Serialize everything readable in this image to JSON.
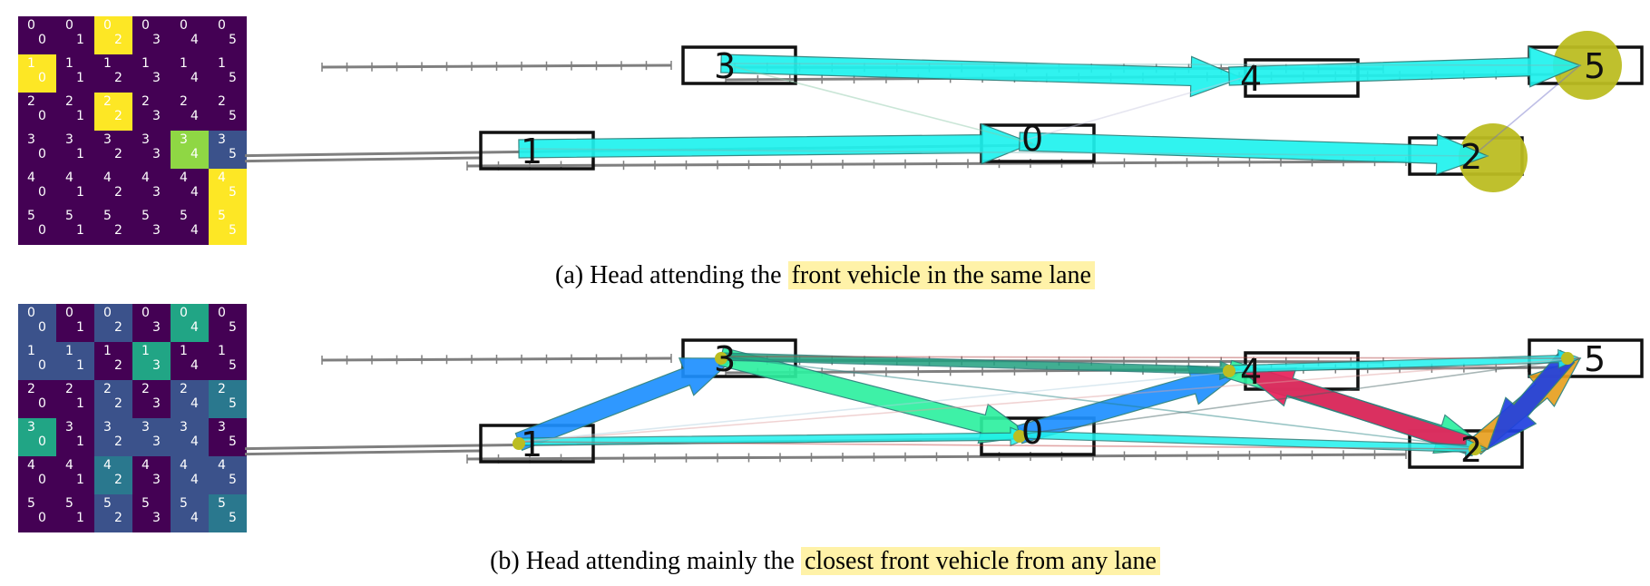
{
  "panels": [
    {
      "id": "a",
      "caption_prefix": "(a) Head attending the",
      "caption_highlight": "front vehicle in the same lane",
      "matrix_colors": [
        [
          "#440154",
          "#440154",
          "#fde725",
          "#440154",
          "#440154",
          "#440154"
        ],
        [
          "#fde725",
          "#440154",
          "#440154",
          "#440154",
          "#440154",
          "#440154"
        ],
        [
          "#440154",
          "#440154",
          "#fde725",
          "#440154",
          "#440154",
          "#440154"
        ],
        [
          "#440154",
          "#440154",
          "#440154",
          "#440154",
          "#8fd744",
          "#3b528b"
        ],
        [
          "#440154",
          "#440154",
          "#440154",
          "#440154",
          "#440154",
          "#fde725"
        ],
        [
          "#440154",
          "#440154",
          "#440154",
          "#440154",
          "#440154",
          "#fde725"
        ]
      ],
      "vehicles": [
        {
          "label": "3",
          "lane": "top"
        },
        {
          "label": "4",
          "lane": "top"
        },
        {
          "label": "5",
          "lane": "top"
        },
        {
          "label": "1",
          "lane": "bottom"
        },
        {
          "label": "0",
          "lane": "bottom"
        },
        {
          "label": "2",
          "lane": "bottom"
        }
      ],
      "attention_circles": [
        "5",
        "2"
      ],
      "arrows": [
        {
          "from": "3",
          "to": "4",
          "color": "#1ff2ee",
          "strength": "strong"
        },
        {
          "from": "4",
          "to": "5",
          "color": "#1ff2ee",
          "strength": "strong"
        },
        {
          "from": "1",
          "to": "0",
          "color": "#1ff2ee",
          "strength": "strong"
        },
        {
          "from": "0",
          "to": "2",
          "color": "#1ff2ee",
          "strength": "strong"
        },
        {
          "from": "3",
          "to": "0",
          "color": "#8bc8a8",
          "strength": "faint"
        },
        {
          "from": "0",
          "to": "4",
          "color": "#c8c8e0",
          "strength": "faint"
        },
        {
          "from": "2",
          "to": "5",
          "color": "#7070c8",
          "strength": "faint"
        },
        {
          "from": "3",
          "to": "5",
          "color": "#7ab8b8",
          "strength": "faint"
        },
        {
          "from": "1",
          "to": "2",
          "color": "#7ab8b8",
          "strength": "faint"
        }
      ]
    },
    {
      "id": "b",
      "caption_prefix": "(b) Head attending mainly the",
      "caption_highlight": "closest front vehicle from any lane",
      "matrix_colors": [
        [
          "#3b528b",
          "#440154",
          "#3b528b",
          "#440154",
          "#21a585",
          "#440154"
        ],
        [
          "#3b528b",
          "#3b528b",
          "#440154",
          "#21a585",
          "#440154",
          "#440154"
        ],
        [
          "#440154",
          "#440154",
          "#3b528b",
          "#440154",
          "#3b528b",
          "#2a788e"
        ],
        [
          "#21a585",
          "#440154",
          "#3b528b",
          "#3b528b",
          "#3b528b",
          "#440154"
        ],
        [
          "#440154",
          "#440154",
          "#2a788e",
          "#440154",
          "#3b528b",
          "#3b528b"
        ],
        [
          "#440154",
          "#440154",
          "#3b528b",
          "#440154",
          "#3b528b",
          "#2a788e"
        ]
      ],
      "vehicles": [
        {
          "label": "3",
          "lane": "top"
        },
        {
          "label": "4",
          "lane": "top"
        },
        {
          "label": "5",
          "lane": "top"
        },
        {
          "label": "1",
          "lane": "bottom"
        },
        {
          "label": "0",
          "lane": "bottom"
        },
        {
          "label": "2",
          "lane": "bottom"
        }
      ],
      "attention_circles": [],
      "arrows": [
        {
          "from": "1",
          "to": "3",
          "color": "#1e90ff",
          "strength": "strong"
        },
        {
          "from": "3",
          "to": "0",
          "color": "#2ef0a0",
          "strength": "strong"
        },
        {
          "from": "0",
          "to": "4",
          "color": "#1e90ff",
          "strength": "strong"
        },
        {
          "from": "4",
          "to": "2",
          "color": "#2ef0a0",
          "strength": "strong"
        },
        {
          "from": "2",
          "to": "4",
          "color": "#e8205a",
          "strength": "strong"
        },
        {
          "from": "2",
          "to": "5",
          "color": "#e8a020",
          "strength": "strong"
        },
        {
          "from": "5",
          "to": "2",
          "color": "#2040e0",
          "strength": "strong"
        },
        {
          "from": "1",
          "to": "0",
          "color": "#1ff2ee",
          "strength": "medium"
        },
        {
          "from": "0",
          "to": "2",
          "color": "#1ff2ee",
          "strength": "medium"
        },
        {
          "from": "3",
          "to": "4",
          "color": "#20a080",
          "strength": "medium"
        },
        {
          "from": "4",
          "to": "5",
          "color": "#1ff2ee",
          "strength": "medium"
        },
        {
          "from": "3",
          "to": "5",
          "color": "#b04040",
          "strength": "faint"
        },
        {
          "from": "3",
          "to": "2",
          "color": "#208080",
          "strength": "faint"
        },
        {
          "from": "1",
          "to": "4",
          "color": "#b0d0e0",
          "strength": "faint"
        },
        {
          "from": "1",
          "to": "5",
          "color": "#e0a0a0",
          "strength": "faint"
        },
        {
          "from": "0",
          "to": "5",
          "color": "#406060",
          "strength": "faint"
        },
        {
          "from": "1",
          "to": "2",
          "color": "#c04040",
          "strength": "faint"
        }
      ]
    }
  ]
}
